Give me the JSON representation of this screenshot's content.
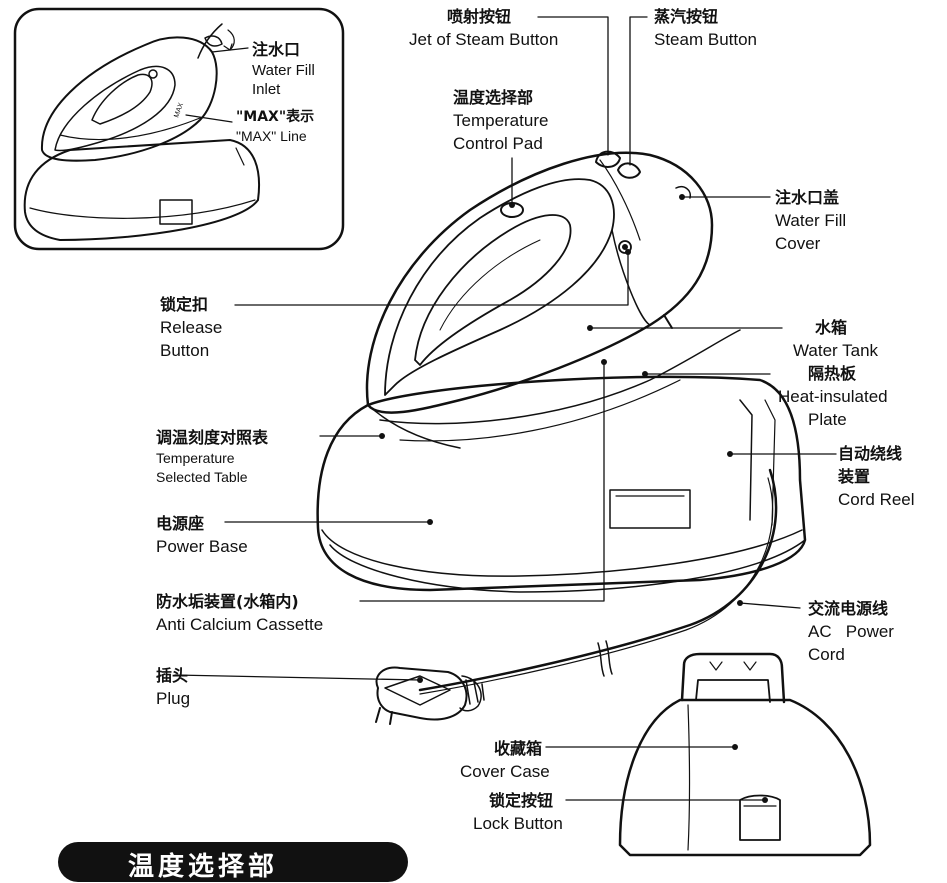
{
  "labels": {
    "water_fill_inlet": {
      "zh": "注水口",
      "en1": "Water Fill",
      "en2": "Inlet"
    },
    "max_line": {
      "zh": "\"MAX\"表示",
      "en": "\"MAX\" Line"
    },
    "jet_button": {
      "zh": "喷射按钮",
      "en": "Jet of Steam Button"
    },
    "steam_button": {
      "zh": "蒸汽按钮",
      "en": "Steam Button"
    },
    "temp_pad": {
      "zh": "温度选择部",
      "en1": "Temperature",
      "en2": "Control Pad"
    },
    "fill_cover": {
      "zh": "注水口盖",
      "en1": "Water Fill",
      "en2": "Cover"
    },
    "release_button": {
      "zh": "锁定扣",
      "en1": "Release",
      "en2": "Button"
    },
    "water_tank": {
      "zh": "水箱",
      "en": "Water Tank"
    },
    "heat_plate": {
      "zh": "隔热板",
      "en1": "Heat-insulated",
      "en2": "Plate"
    },
    "temp_table": {
      "zh": "调温刻度对照表",
      "en1": "Temperature",
      "en2": "Selected Table"
    },
    "cord_reel": {
      "zh1": "自动绕线",
      "zh2": "装置",
      "en": "Cord Reel"
    },
    "power_base": {
      "zh": "电源座",
      "en": "Power Base"
    },
    "anti_calcium": {
      "zh": "防水垢装置(水箱内)",
      "en": "Anti Calcium Cassette"
    },
    "ac_cord": {
      "zh": "交流电源线",
      "en1": "AC   Power",
      "en2": "Cord"
    },
    "plug": {
      "zh": "插头",
      "en": "Plug"
    },
    "cover_case": {
      "zh": "收藏箱",
      "en": "Cover Case"
    },
    "lock_button": {
      "zh": "锁定按钮",
      "en": "Lock Button"
    }
  },
  "inset_badge": "MAX",
  "section_tab": "温度选择部"
}
